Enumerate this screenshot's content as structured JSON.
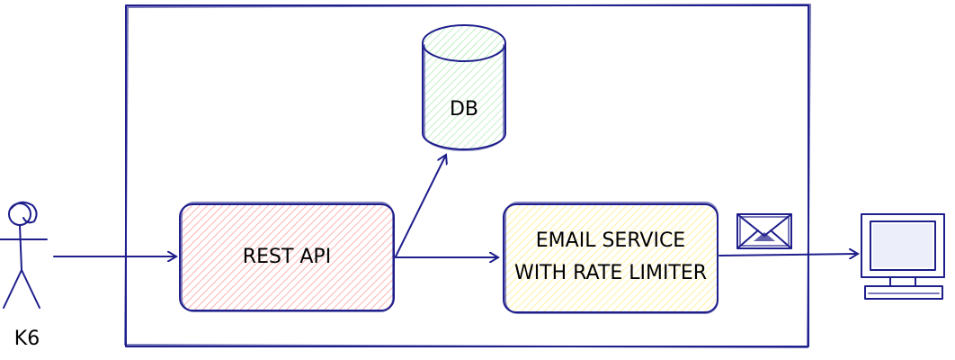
{
  "diagram": {
    "actor": {
      "label": "K6"
    },
    "db": {
      "label": "DB"
    },
    "rest_api": {
      "label": "REST API"
    },
    "email_service": {
      "line1": "EMAIL SERVICE",
      "line2": "WITH RATE LIMITER"
    }
  },
  "colors": {
    "stroke": "#1e1e8c",
    "rest_api_fill": "#ffc9c9",
    "email_fill": "#ffec99",
    "db_fill": "#b2f2bb"
  }
}
